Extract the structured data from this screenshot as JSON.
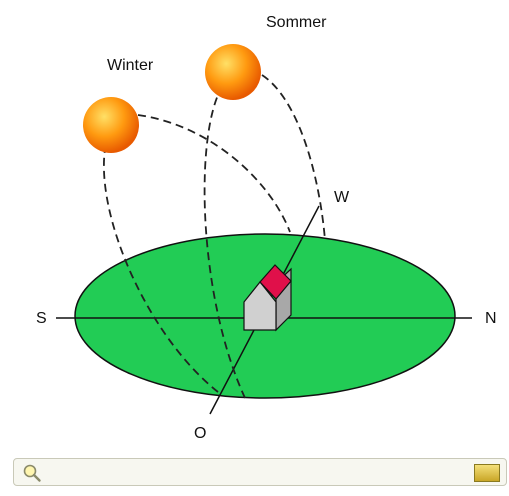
{
  "labels": {
    "winter": "Winter",
    "summer": "Sommer",
    "south": "S",
    "north": "N",
    "west": "W",
    "east": "O"
  },
  "colors": {
    "ground": "#22cc55",
    "sun_light": "#ffd24a",
    "sun_dark": "#f07000",
    "roof": "#e0104a",
    "house_wall": "#d0d0d0",
    "path": "#222222"
  },
  "toolbar": {
    "search_icon": "magnifier-icon",
    "logo_icon": "logo-icon"
  }
}
